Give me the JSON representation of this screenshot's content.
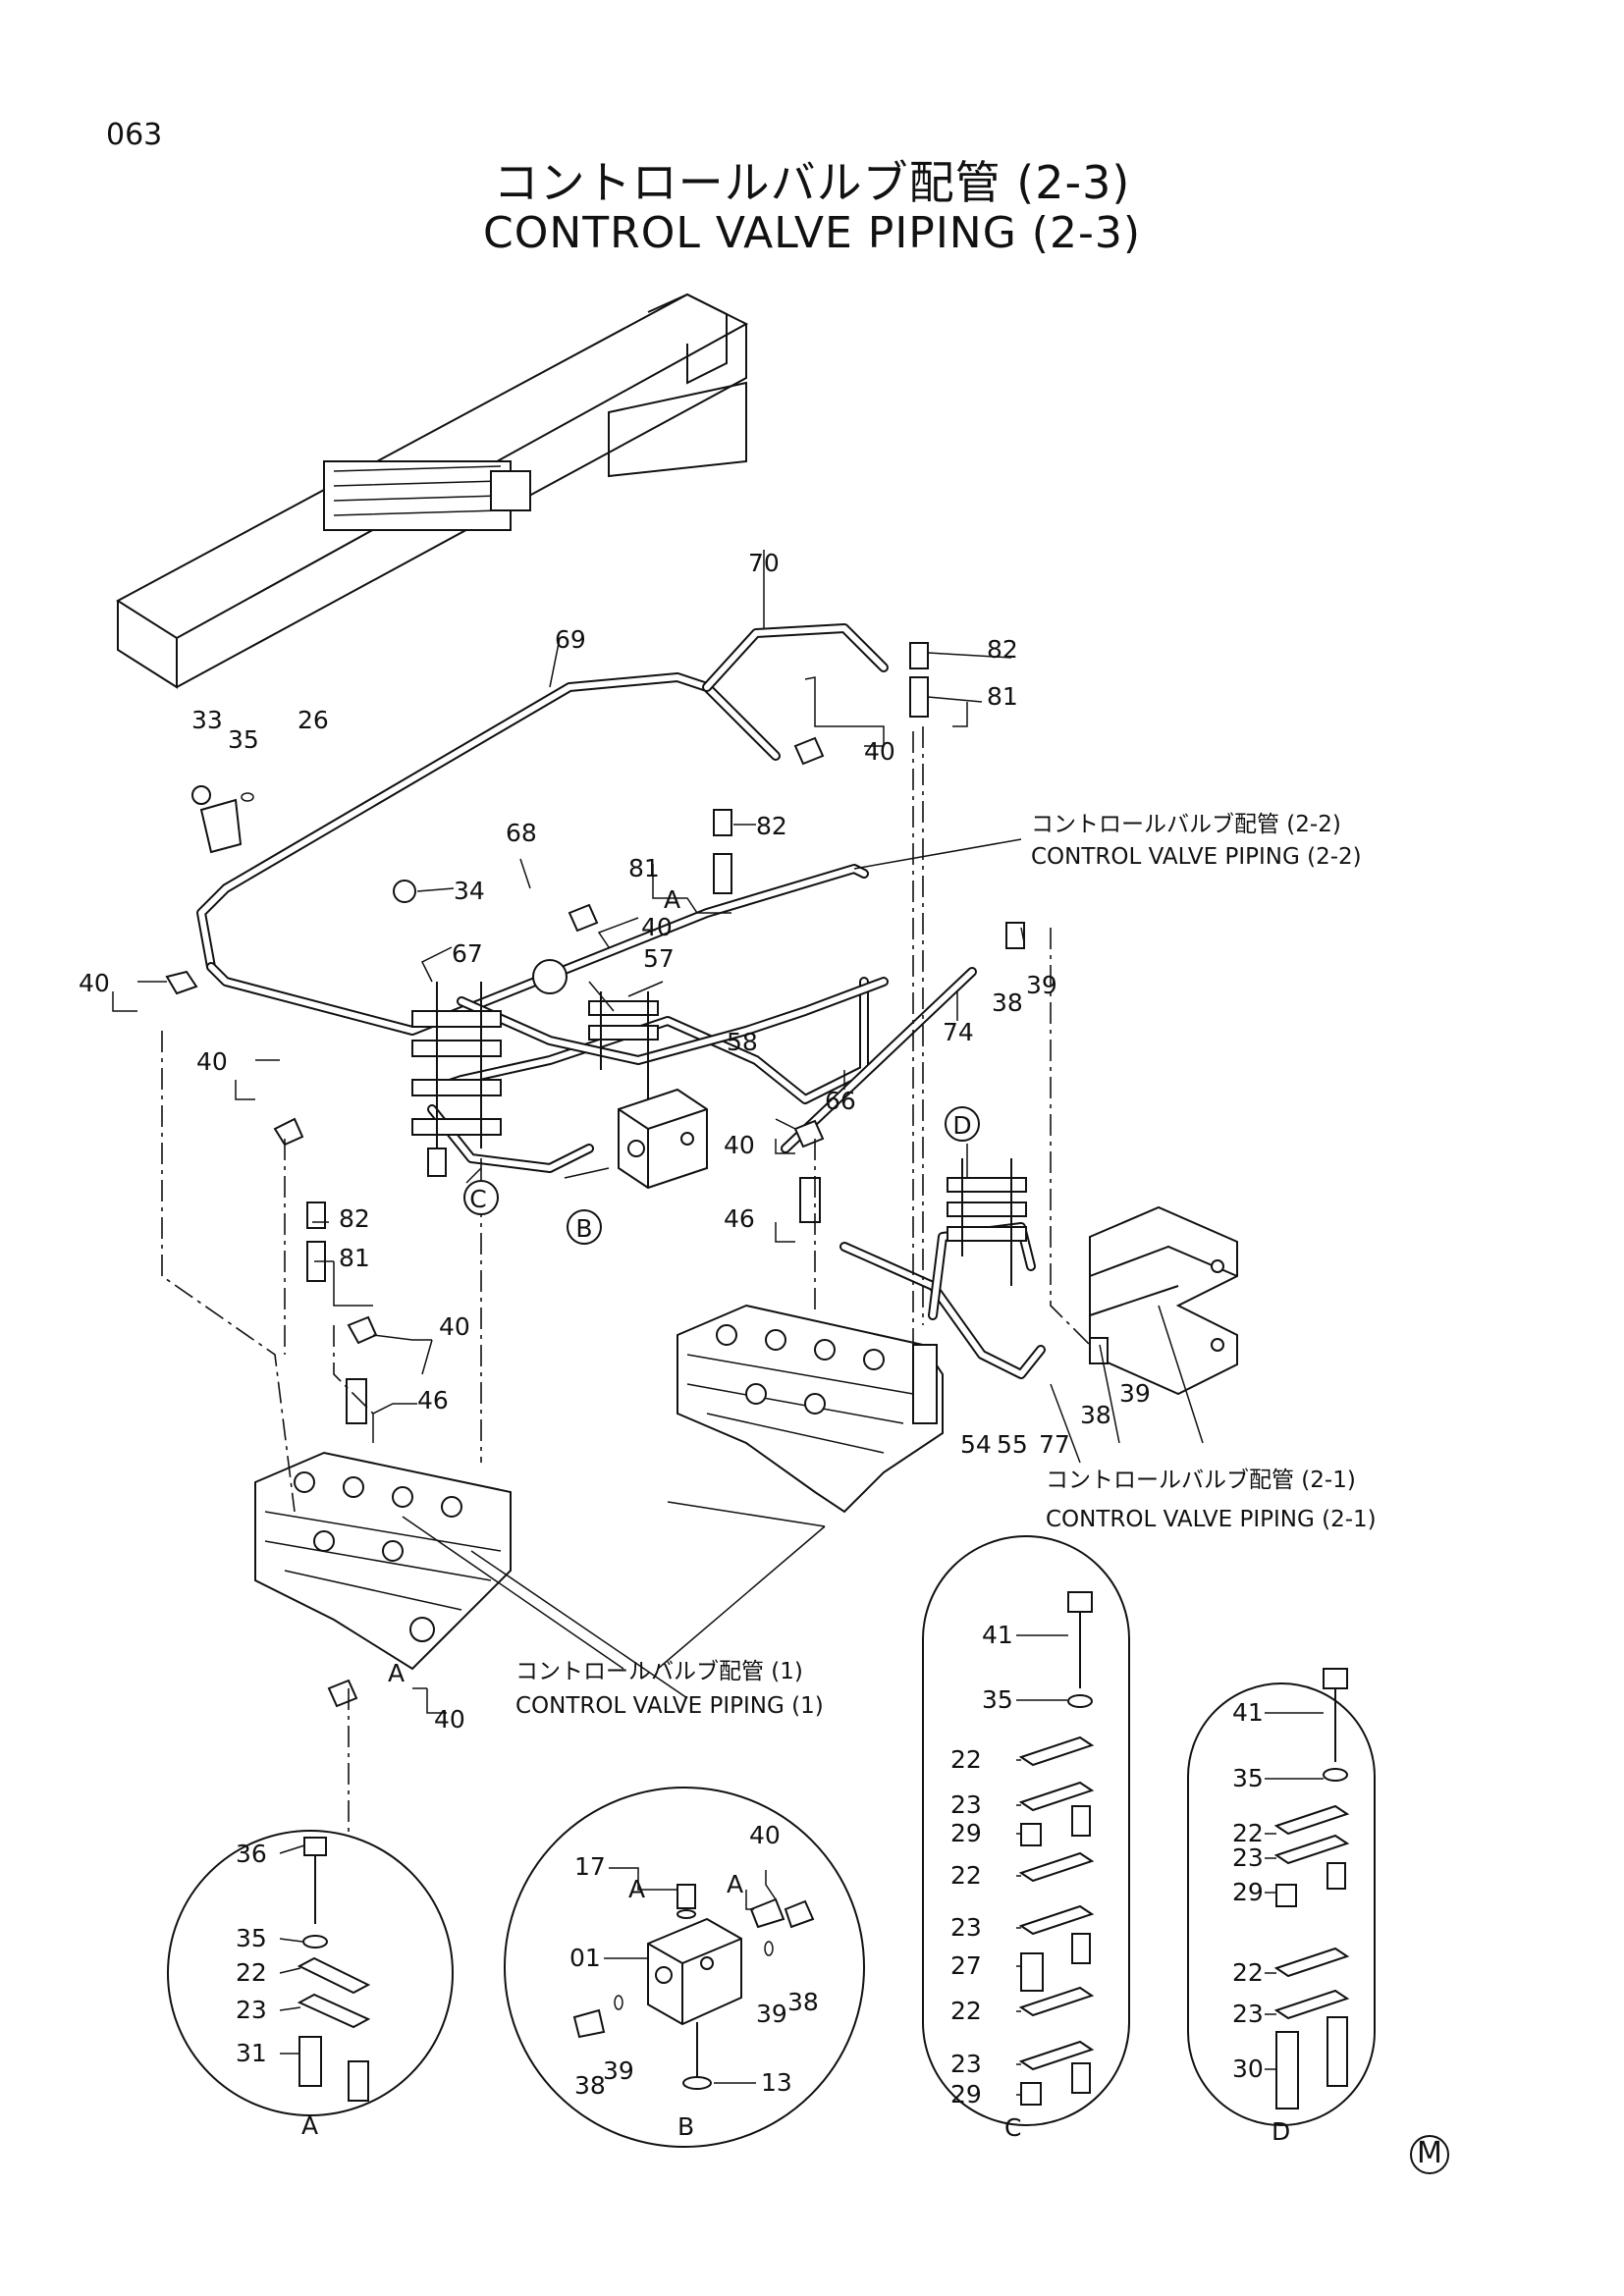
{
  "page": {
    "number": "063",
    "title_jp": "コントロールバルブ配管 (2-3)",
    "title_en": "CONTROL VALVE PIPING (2-3)",
    "mark": "M"
  },
  "references": [
    {
      "id": "ref-2-2",
      "jp": "コントロールバルブ配管 (2-2)",
      "en": "CONTROL VALVE PIPING (2-2)"
    },
    {
      "id": "ref-2-1",
      "jp": "コントロールバルブ配管 (2-1)",
      "en": "CONTROL VALVE PIPING (2-1)"
    },
    {
      "id": "ref-1",
      "jp": "コントロールバルブ配管 (1)",
      "en": "CONTROL VALVE PIPING (1)"
    }
  ],
  "callouts": [
    "70",
    "82",
    "81",
    "69",
    "40",
    "33",
    "35",
    "26",
    "68",
    "34",
    "81",
    "82",
    "A",
    "40",
    "67",
    "57",
    "40",
    "38",
    "39",
    "74",
    "58",
    "66",
    "40",
    "C",
    "B",
    "D",
    "40",
    "46",
    "82",
    "81",
    "40",
    "46",
    "54",
    "55",
    "77",
    "38",
    "39",
    "A",
    "40"
  ],
  "detail_views": {
    "A": {
      "label": "A",
      "parts": [
        "36",
        "35",
        "22",
        "23",
        "31"
      ]
    },
    "B": {
      "label": "B",
      "parts": [
        "17",
        "A",
        "40",
        "A",
        "01",
        "39",
        "38",
        "38",
        "39",
        "13"
      ]
    },
    "C": {
      "label": "C",
      "parts": [
        "41",
        "35",
        "22",
        "23",
        "29",
        "22",
        "23",
        "27",
        "22",
        "23",
        "29"
      ]
    },
    "D": {
      "label": "D",
      "parts": [
        "41",
        "35",
        "22",
        "23",
        "29",
        "22",
        "23",
        "30"
      ]
    }
  }
}
